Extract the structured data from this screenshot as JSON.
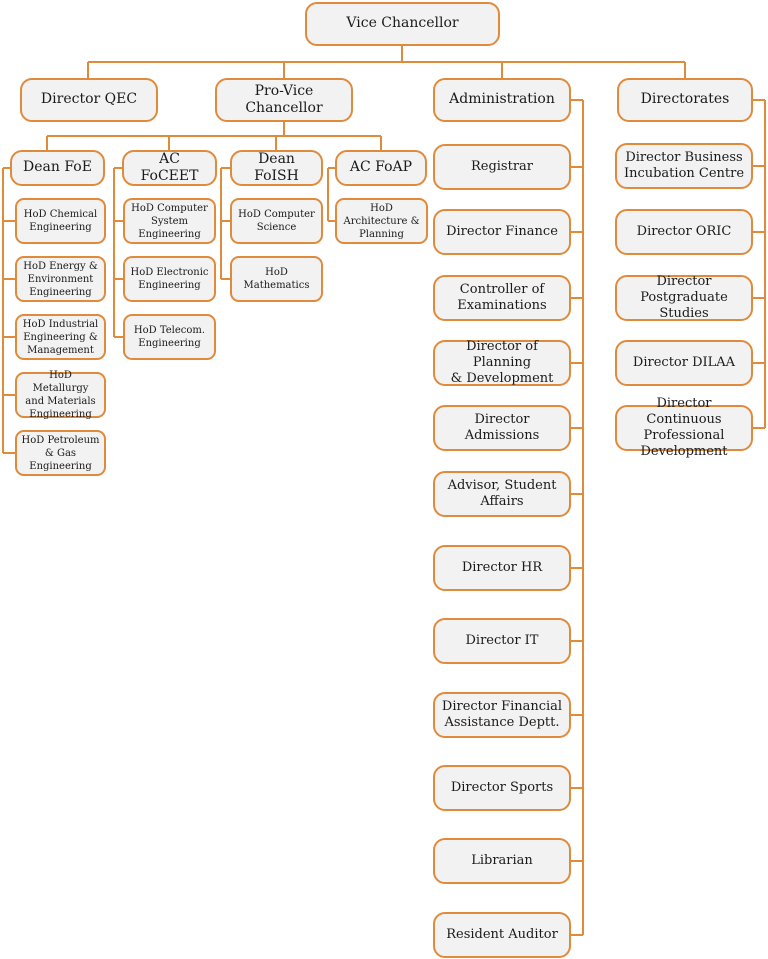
{
  "colors": {
    "line": "#e08a3c",
    "box_border": "#e08a3c",
    "box_fill": "#f2f2f2",
    "text": "#1a1a1a"
  },
  "top": {
    "vice_chancellor": "Vice Chancellor"
  },
  "level1": {
    "director_qec": "Director QEC",
    "pro_vice_chancellor": "Pro-Vice Chancellor",
    "administration": "Administration",
    "directorates": "Directorates"
  },
  "faculties": {
    "dean_foe": "Dean FoE",
    "ac_foceet": "AC FoCEET",
    "dean_foish": "Dean FoISH",
    "ac_foap": "AC FoAP"
  },
  "foe_departments": [
    "HoD Chemical\nEngineering",
    "HoD Energy &\nEnvironment\nEngineering",
    "HoD Industrial\nEngineering &\nManagement",
    "HoD Metallurgy\nand Materials\nEngineering",
    "HoD Petroleum\n& Gas\nEngineering"
  ],
  "foceet_departments": [
    "HoD Computer\nSystem\nEngineering",
    "HoD Electronic\nEngineering",
    "HoD Telecom.\nEngineering"
  ],
  "foish_departments": [
    "HoD Computer\nScience",
    "HoD\nMathematics"
  ],
  "foap_departments": [
    "HoD\nArchitecture &\nPlanning"
  ],
  "administration_items": [
    "Registrar",
    "Director Finance",
    "Controller of\nExaminations",
    "Director of Planning\n& Development",
    "Director Admissions",
    "Advisor, Student\nAffairs",
    "Director HR",
    "Director IT",
    "Director Financial\nAssistance Deptt.",
    "Director Sports",
    "Librarian",
    "Resident Auditor"
  ],
  "directorate_items": [
    "Director Business\nIncubation Centre",
    "Director ORIC",
    "Director\nPostgraduate Studies",
    "Director DILAA",
    "Director Continuous\nProfessional\nDevelopment"
  ]
}
